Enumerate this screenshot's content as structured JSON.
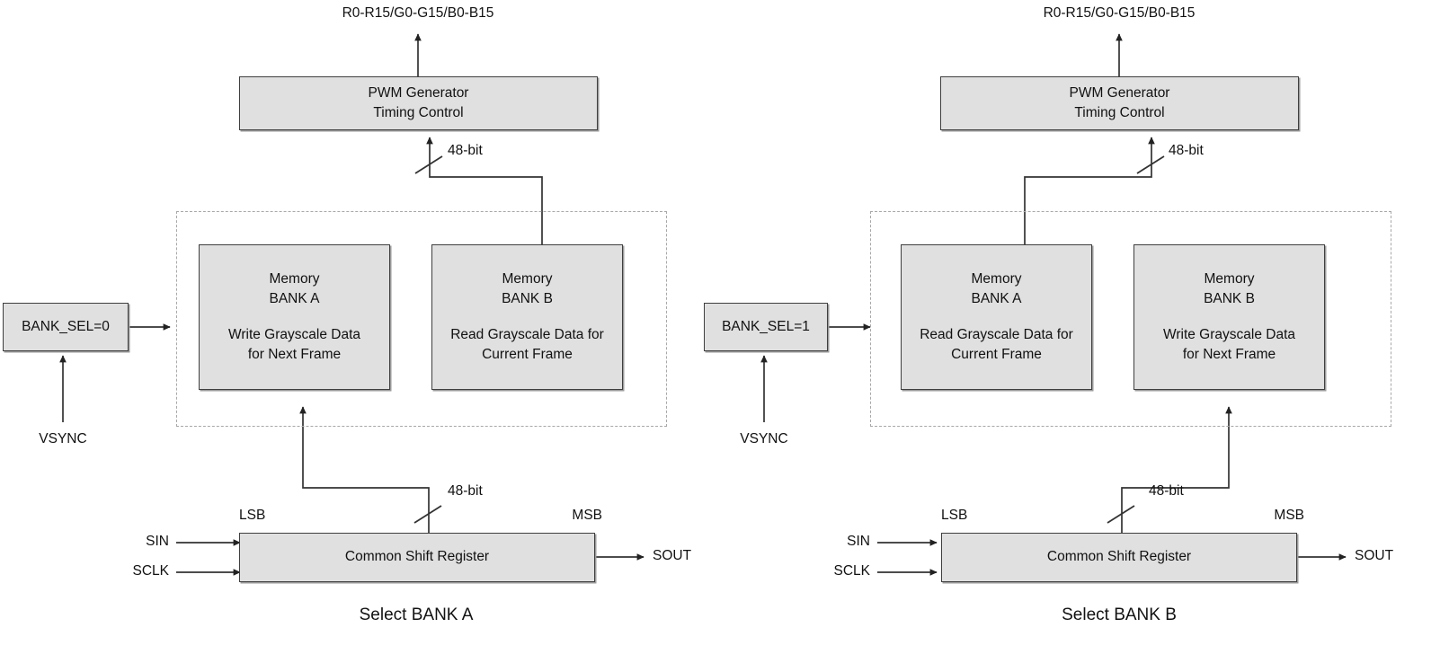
{
  "diagram": {
    "title": "Dual memory bank grayscale data flow",
    "colors": {
      "box_fill": "#e0e0e0",
      "box_stroke": "#3f3f3f",
      "wire": "#333333",
      "dashed_group": "#a8a8a8",
      "text": "#111111"
    },
    "panels": [
      {
        "id": "panel-bank-a",
        "caption": "Select BANK A",
        "output_label": "R0-R15/G0-G15/B0-B15",
        "pwm": {
          "line1": "PWM Generator",
          "line2": "Timing Control"
        },
        "bus_top_label": "48-bit",
        "bus_bottom_label": "48-bit",
        "bank_sel": "BANK_SEL=0",
        "vsync": "VSYNC",
        "memories": [
          {
            "title": "Memory",
            "bank": "BANK A",
            "action_line1": "Write Grayscale Data",
            "action_line2": "for Next Frame"
          },
          {
            "title": "Memory",
            "bank": "BANK B",
            "action_line1": "Read Grayscale Data for",
            "action_line2": "Current Frame"
          }
        ],
        "shift_register": "Common Shift Register",
        "lsb": "LSB",
        "msb": "MSB",
        "sin": "SIN",
        "sclk": "SCLK",
        "sout": "SOUT"
      },
      {
        "id": "panel-bank-b",
        "caption": "Select BANK B",
        "output_label": "R0-R15/G0-G15/B0-B15",
        "pwm": {
          "line1": "PWM Generator",
          "line2": "Timing Control"
        },
        "bus_top_label": "48-bit",
        "bus_bottom_label": "48-bit",
        "bank_sel": "BANK_SEL=1",
        "vsync": "VSYNC",
        "memories": [
          {
            "title": "Memory",
            "bank": "BANK A",
            "action_line1": "Read Grayscale Data for",
            "action_line2": "Current Frame"
          },
          {
            "title": "Memory",
            "bank": "BANK B",
            "action_line1": "Write Grayscale Data",
            "action_line2": "for Next Frame"
          }
        ],
        "shift_register": "Common Shift Register",
        "lsb": "LSB",
        "msb": "MSB",
        "sin": "SIN",
        "sclk": "SCLK",
        "sout": "SOUT"
      }
    ]
  }
}
